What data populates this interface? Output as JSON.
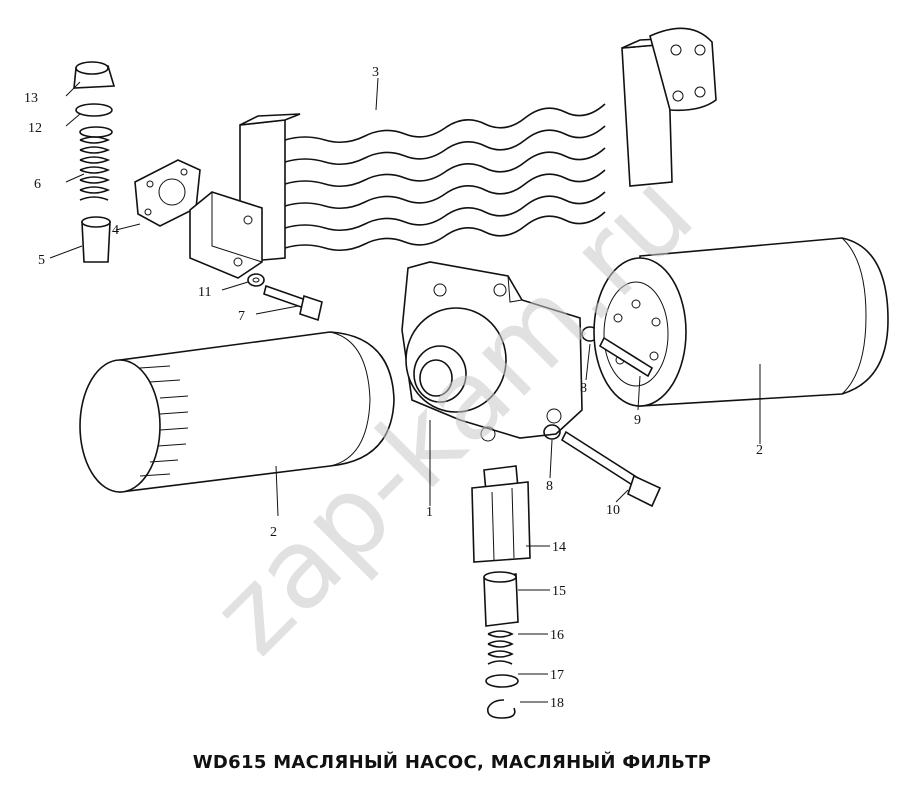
{
  "caption": "WD615 МАСЛЯНЫЙ НАСОС, МАСЛЯНЫЙ ФИЛЬТР",
  "watermark": "zap-kam.ru",
  "callouts": {
    "c1": "1",
    "c2a": "2",
    "c2b": "2",
    "c3": "3",
    "c4": "4",
    "c5": "5",
    "c6": "6",
    "c7": "7",
    "c8a": "8",
    "c8b": "8",
    "c9": "9",
    "c10": "10",
    "c11": "11",
    "c12": "12",
    "c13": "13",
    "c14": "14",
    "c15": "15",
    "c16": "16",
    "c17": "17",
    "c18": "18"
  }
}
